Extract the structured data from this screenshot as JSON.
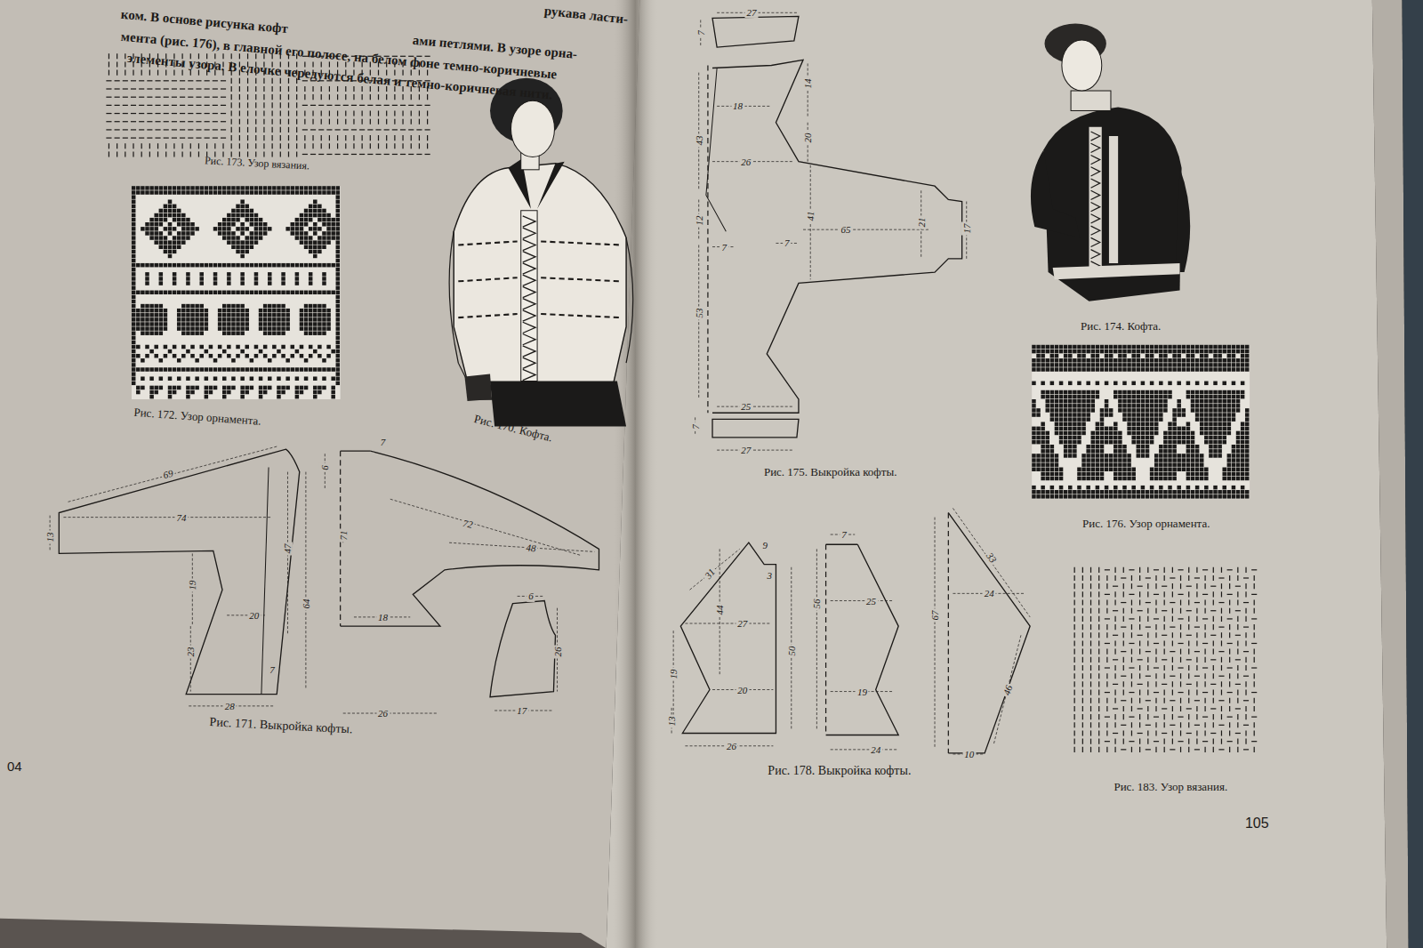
{
  "diagram": {
    "labels": [
      "рукава ласти-",
      "ком. В основе рисунка кофт",
      "ами петлями. В узоре орна-",
      "мента (рис. 176), в главной его полосе, на белом фоне темно-коричневые",
      "элементы узора. В елочке чередуются белая и темно-коричневая нити.",
      "Рис. 173. Узор вязания.",
      "Рис. 172. Узор орнамента.",
      "Рис. 170. Кофта.",
      "Рис. 171. Выкройка кофты.",
      "Рис. 175. Выкройка кофты.",
      "Рис. 174. Кофта.",
      "Рис. 176. Узор орнамента.",
      "Рис. 178. Выкройка кофты.",
      "Рис. 183. Узор вязания.",
      "04",
      "105",
      "69",
      "74",
      "13",
      "19",
      "20",
      "23",
      "28",
      "7",
      "47",
      "64",
      "6",
      "7",
      "71",
      "72",
      "48",
      "18",
      "26",
      "6",
      "26",
      "17",
      "27",
      "7",
      "14",
      "18",
      "20",
      "43",
      "26",
      "12",
      "7",
      "7",
      "41",
      "65",
      "21",
      "17",
      "53",
      "25",
      "7",
      "27",
      "9",
      "31",
      "3",
      "44",
      "27",
      "19",
      "20",
      "13",
      "26",
      "50",
      "7",
      "56",
      "25",
      "19",
      "24",
      "33",
      "24",
      "67",
      "46",
      "10"
    ]
  }
}
